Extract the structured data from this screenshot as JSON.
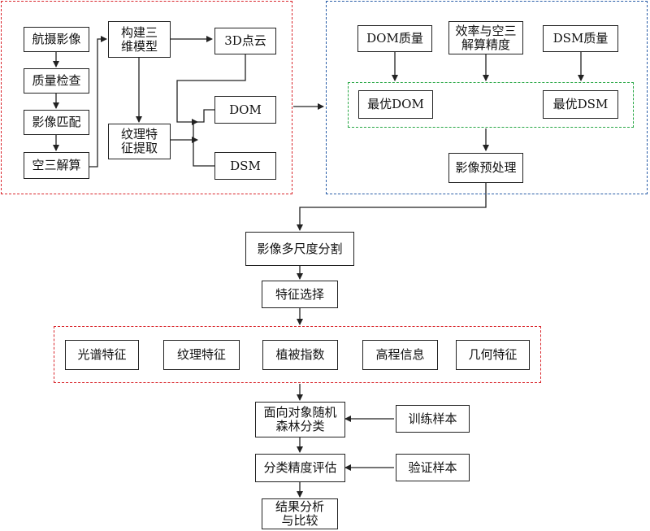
{
  "diagram": {
    "aerial_imagery": "航摄影像",
    "quality_check": "质量检查",
    "image_matching": "影像匹配",
    "aerial_triangulation": "空三解算",
    "build_3d_model": "构建三\n维模型",
    "texture_extraction": "纹理特\n征提取",
    "point_cloud": "3D点云",
    "dom": "DOM",
    "dsm": "DSM",
    "dom_quality": "DOM质量",
    "efficiency_accuracy": "效率与空三\n解算精度",
    "dsm_quality": "DSM质量",
    "best_dom": "最优DOM",
    "best_dsm": "最优DSM",
    "image_preprocessing": "影像预处理",
    "multiscale_segmentation": "影像多尺度分割",
    "feature_selection": "特征选择",
    "features": {
      "spectral": "光谱特征",
      "texture": "纹理特征",
      "vegetation_index": "植被指数",
      "elevation": "高程信息",
      "geometric": "几何特征"
    },
    "oo_random_forest": "面向对象随机\n森林分类",
    "training_samples": "训练样本",
    "accuracy_assessment": "分类精度评估",
    "validation_samples": "验证样本",
    "results_comparison": "结果分析\n与比较"
  }
}
